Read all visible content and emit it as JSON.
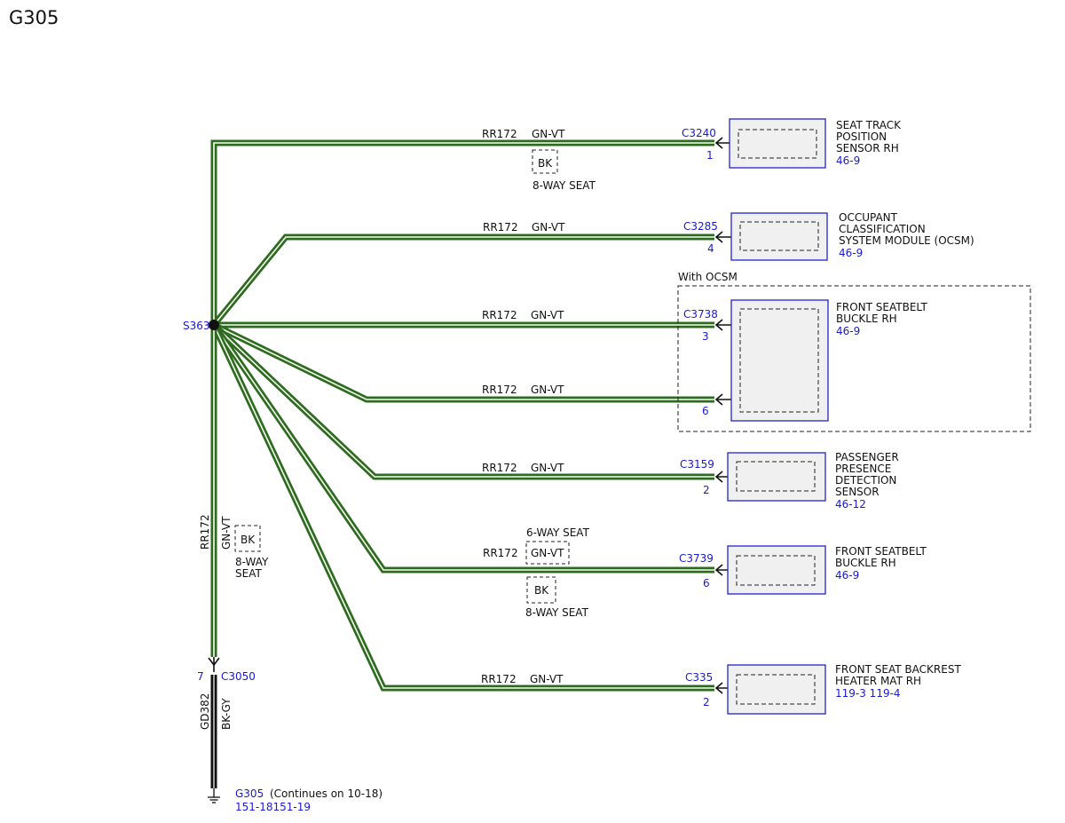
{
  "page": {
    "title": "G305"
  },
  "colors": {
    "wire_green": "#2e6b20",
    "wire_core": "#f6fff0",
    "ground_wire": "#111111",
    "component_border": "#2323cc",
    "component_fill": "#f0f0f0",
    "reference_text": "#1a1ad6",
    "label_text": "#111111"
  },
  "splice": {
    "id": "S363"
  },
  "wire": {
    "circuit": "RR172",
    "color": "GN-VT"
  },
  "option_labels": {
    "eight_way": "8-WAY SEAT",
    "eight_way_split": [
      "8-WAY",
      "SEAT"
    ],
    "six_way": "6-WAY SEAT",
    "with_ocsm": "With OCSM"
  },
  "branches": [
    {
      "connector": "C3240",
      "pin": "1",
      "component": [
        "SEAT TRACK",
        "POSITION",
        "SENSOR RH"
      ],
      "page_ref": "46-9",
      "wire_color": "GN-VT",
      "option_box": "BK",
      "option_box_label": "8-WAY SEAT"
    },
    {
      "connector": "C3285",
      "pin": "4",
      "component": [
        "OCCUPANT",
        "CLASSIFICATION",
        "SYSTEM MODULE (OCSM)"
      ],
      "page_ref": "46-9",
      "wire_color": "GN-VT"
    },
    {
      "connector": "C3738",
      "pins": [
        "3",
        "6"
      ],
      "component": [
        "FRONT SEATBELT",
        "BUCKLE RH"
      ],
      "page_ref": "46-9",
      "wire_color": "GN-VT",
      "group": "With OCSM"
    },
    {
      "connector": "C3159",
      "pin": "2",
      "component": [
        "PASSENGER",
        "PRESENCE",
        "DETECTION",
        "SENSOR"
      ],
      "page_ref": "46-12",
      "wire_color": "GN-VT"
    },
    {
      "connector": "C3739",
      "pin": "6",
      "component": [
        "FRONT SEATBELT",
        "BUCKLE RH"
      ],
      "page_ref": "46-9",
      "wire_color": "GN-VT",
      "option_top_label": "6-WAY SEAT",
      "option_box": "BK",
      "option_box_label": "8-WAY SEAT"
    },
    {
      "connector": "C335",
      "pin": "2",
      "component": [
        "FRONT SEAT BACKREST",
        "HEATER MAT RH"
      ],
      "page_ref": "119-3 119-4",
      "wire_color": "GN-VT"
    }
  ],
  "vertical_wire": {
    "circuit": "RR172",
    "color": "GN-VT",
    "option_box": "BK"
  },
  "ground_connector": {
    "id": "C3050",
    "pin": "7"
  },
  "ground_wire": {
    "circuit": "GD382",
    "color": "BK-GY"
  },
  "ground": {
    "id": "G305",
    "note": "(Continues on 10-18)",
    "page_ref": "151-18151-19"
  }
}
